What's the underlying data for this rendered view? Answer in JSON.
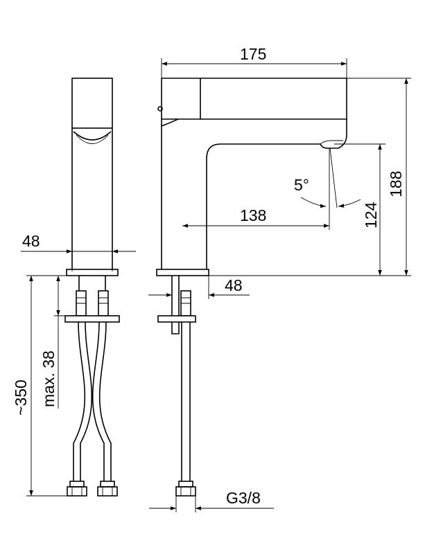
{
  "dimensions": {
    "total_length": "175",
    "total_height": "188",
    "spout_height": "124",
    "spout_reach": "138",
    "angle": "5°",
    "body_width_front": "48",
    "body_width_side": "48",
    "hose_length": "~350",
    "max_thickness": "max. 38",
    "thread": "G3/8"
  },
  "colors": {
    "line": "#000000",
    "background": "#ffffff"
  }
}
